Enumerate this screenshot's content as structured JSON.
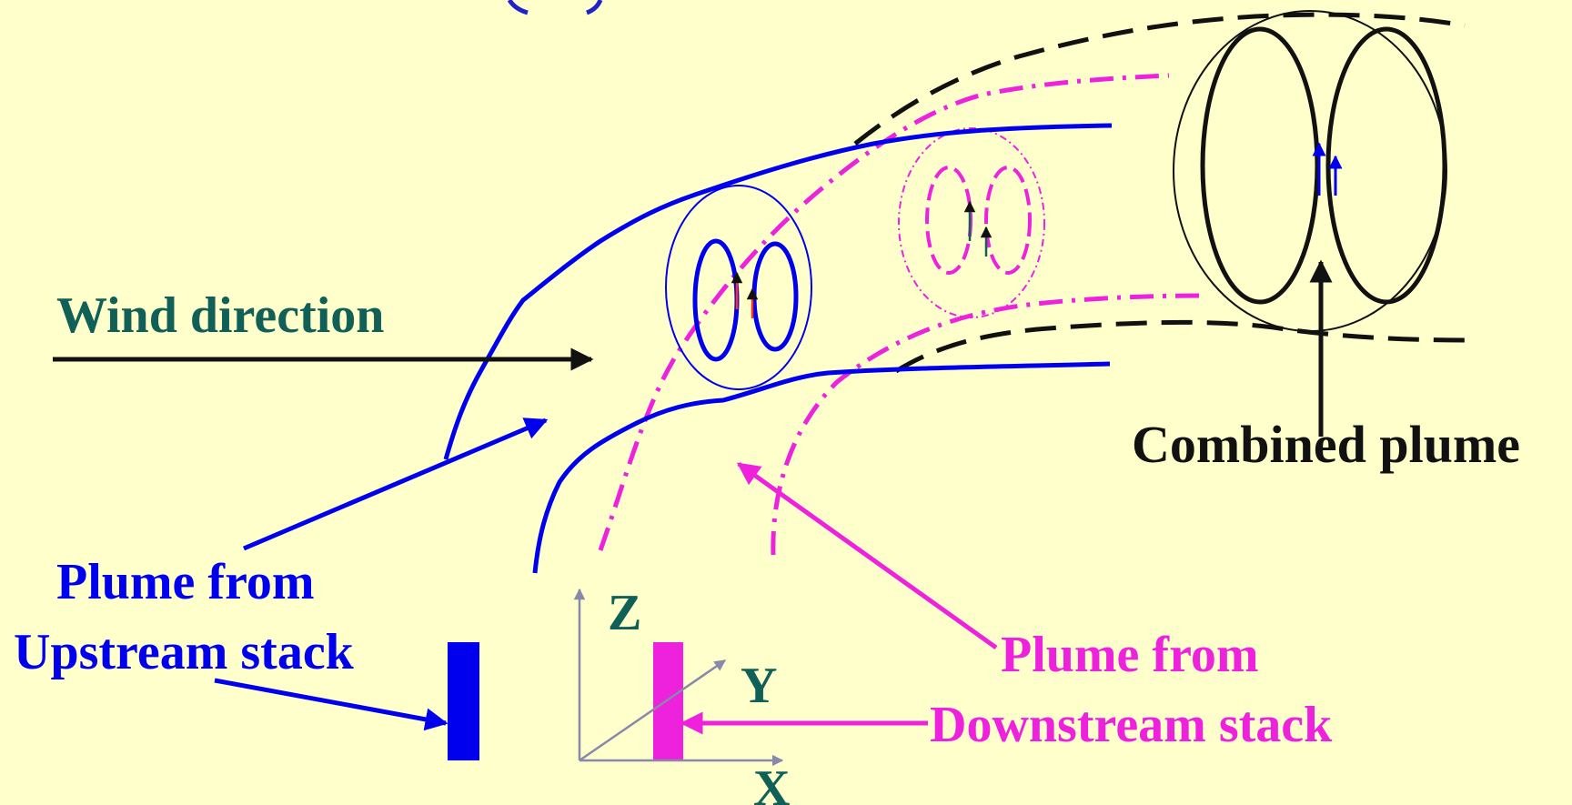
{
  "labels": {
    "wind_direction": "Wind direction",
    "upstream_line1": "Plume from",
    "upstream_line2": "Upstream stack",
    "downstream_line1": "Plume from",
    "downstream_line2": "Downstream stack",
    "combined_plume": "Combined plume",
    "axis_z": "Z",
    "axis_y": "Y",
    "axis_x": "X"
  },
  "colors": {
    "background": "#FFFFCC",
    "upstream": "#0000EE",
    "downstream": "#EE22DD",
    "combined": "#111111",
    "teal_text": "#106058",
    "axis": "#8888AA",
    "vortex_arrow_red": "#FF3311"
  }
}
